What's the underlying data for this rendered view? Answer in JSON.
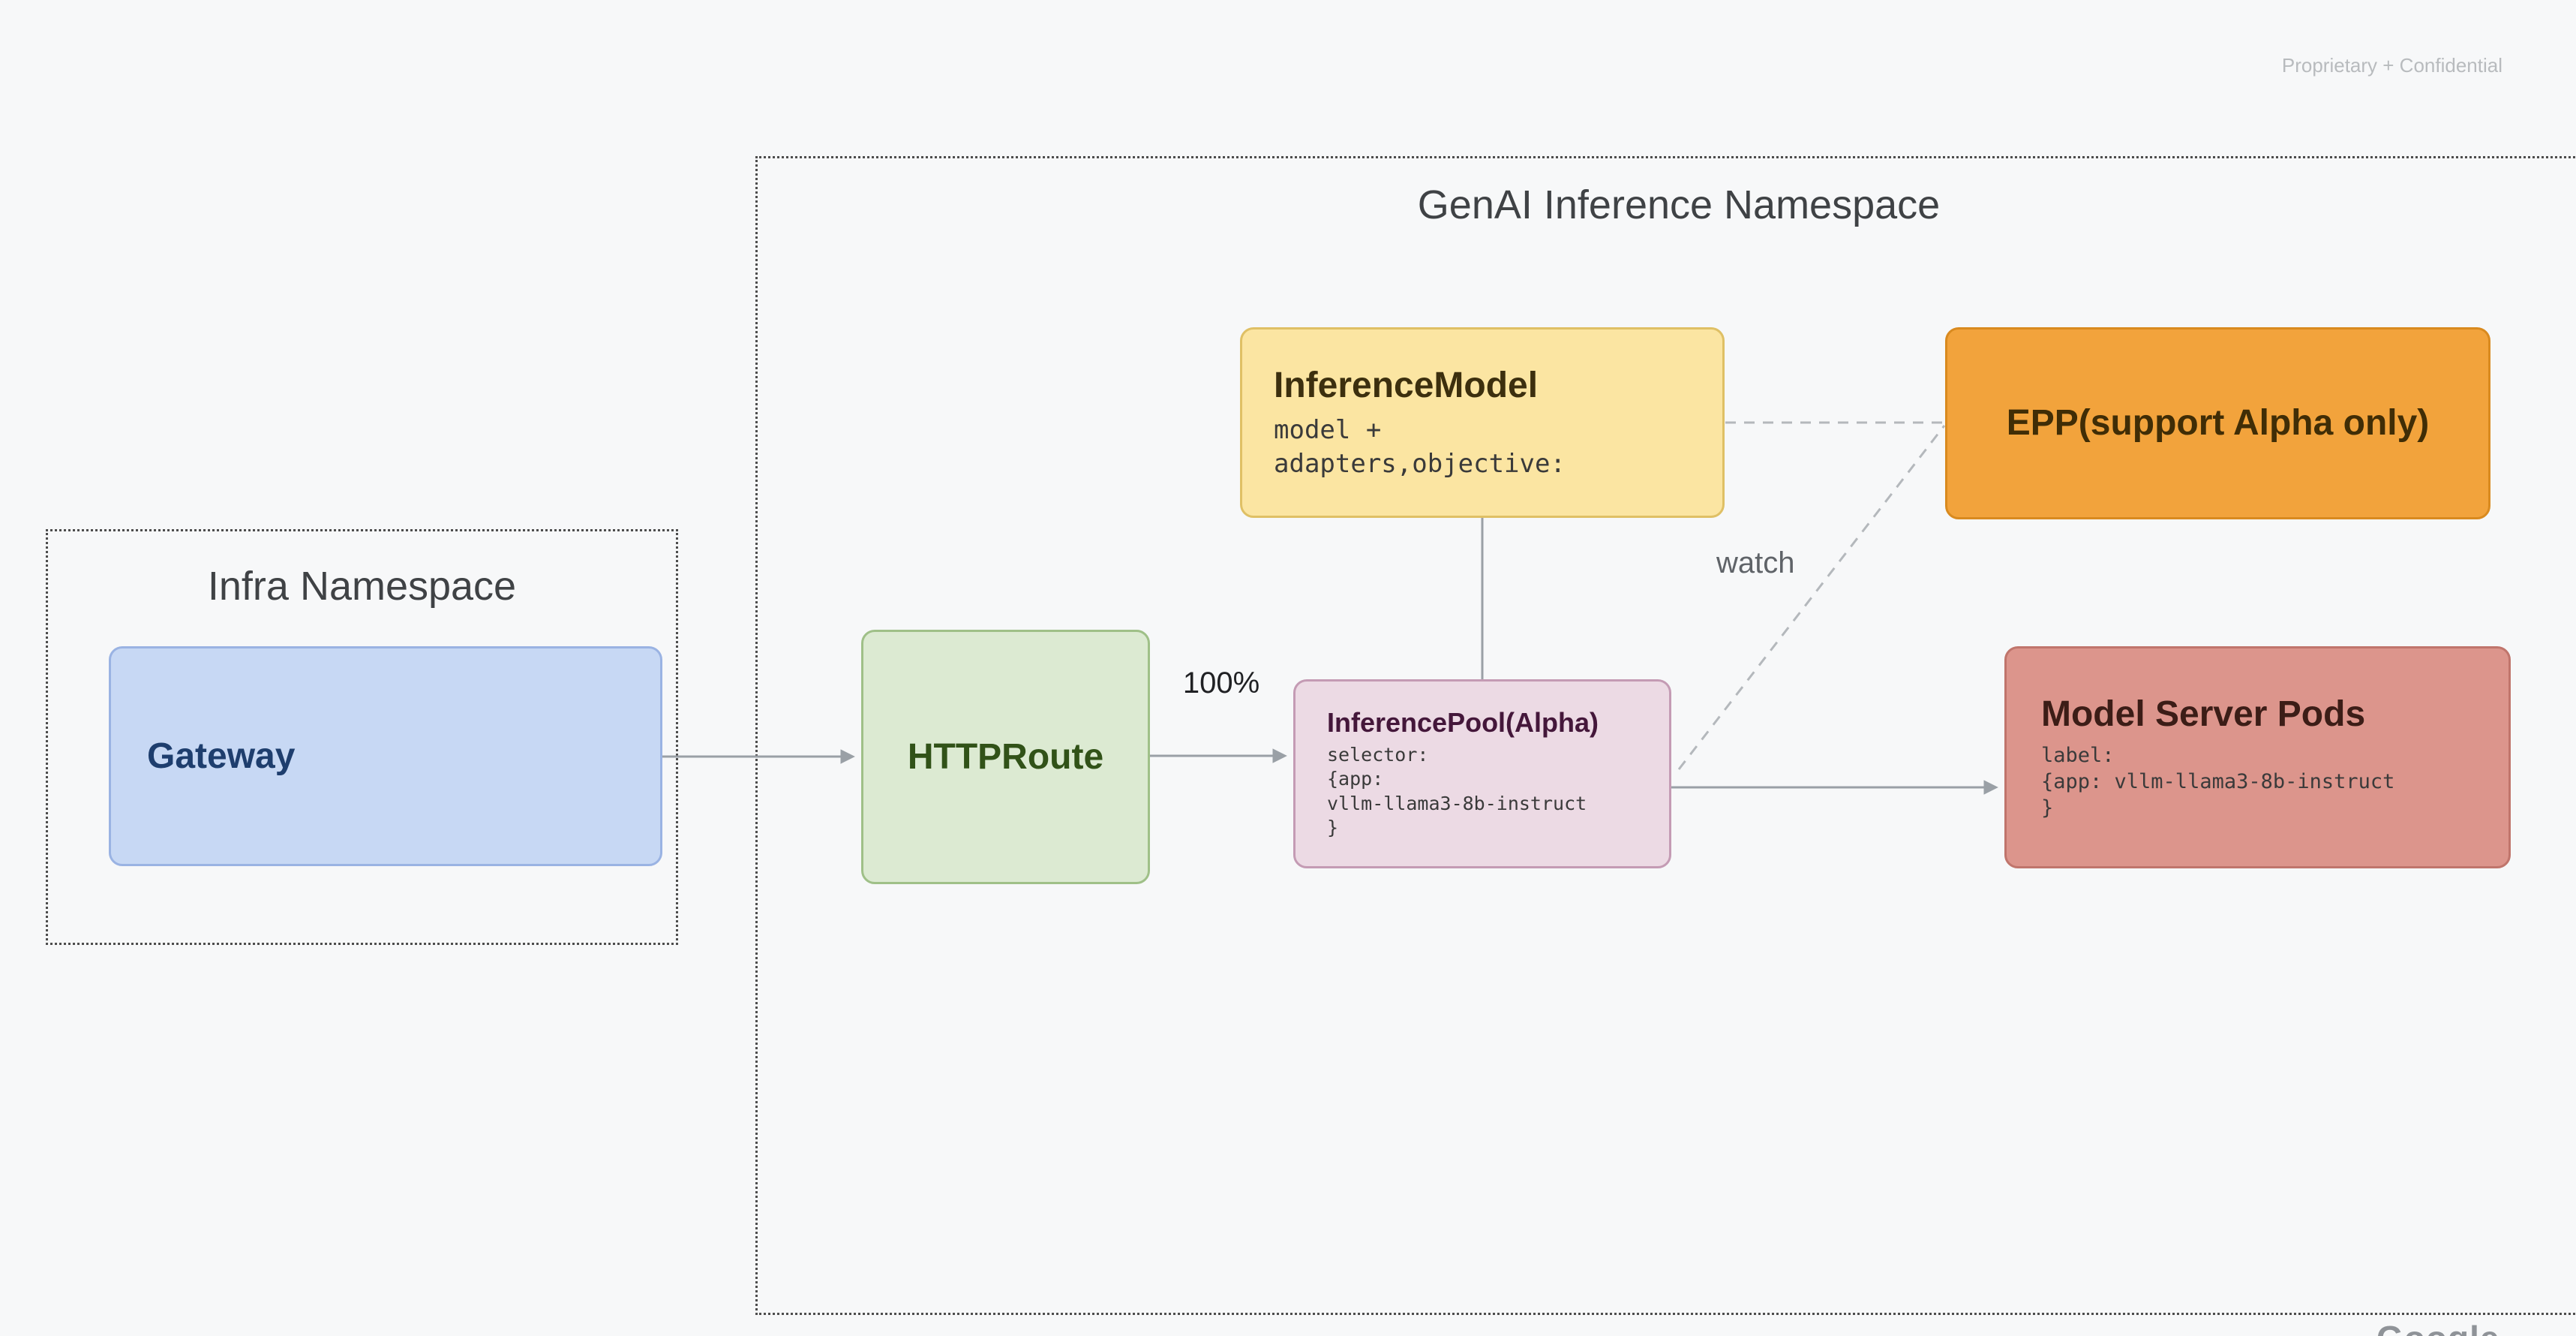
{
  "page": {
    "confidential_label": "Proprietary + Confidential",
    "brand_logo": "Google"
  },
  "namespaces": {
    "infra": {
      "title": "Infra Namespace"
    },
    "genai": {
      "title": "GenAI Inference Namespace"
    }
  },
  "nodes": {
    "gateway": {
      "title": "Gateway"
    },
    "httproute": {
      "title": "HTTPRoute"
    },
    "inference_model": {
      "title": "InferenceModel",
      "body": "model +\nadapters,objective:"
    },
    "inference_pool": {
      "title": "InferencePool(Alpha)",
      "body": "selector:\n{app:\nvllm-llama3-8b-instruct\n}"
    },
    "epp": {
      "title": "EPP(support Alpha only)"
    },
    "model_server_pods": {
      "title": "Model Server Pods",
      "body": "label:\n{app: vllm-llama3-8b-instruct\n}"
    }
  },
  "edges": {
    "httproute_to_pool_label": "100%",
    "pool_to_epp_label": "watch"
  },
  "colors": {
    "background": "#f7f8f9",
    "namespace_border": "#4d4d4d",
    "namespace_text": "#3f4245",
    "edge": "#9aa0a6",
    "dashed_edge": "#b4b8bc",
    "code_text": "#3a3a3a",
    "gateway_fill": "#c7d8f4",
    "gateway_border": "#9ab3e3",
    "gateway_text": "#1e3e6e",
    "httproute_fill": "#dcead2",
    "httproute_border": "#9fc088",
    "httproute_text": "#315218",
    "inference_model_fill": "#fbe5a2",
    "inference_model_border": "#dfc065",
    "inference_model_text": "#3c2f0e",
    "inference_pool_fill": "#ecdae4",
    "inference_pool_border": "#c49bb4",
    "inference_pool_text": "#44173a",
    "epp_fill": "#f2a33c",
    "epp_border": "#d98a1f",
    "epp_text": "#402d06",
    "pods_fill": "#dc958c",
    "pods_border": "#c0756c",
    "pods_text": "#3c1d17",
    "watch_text": "#5f6368",
    "confidential_text": "#b8bbbe"
  }
}
